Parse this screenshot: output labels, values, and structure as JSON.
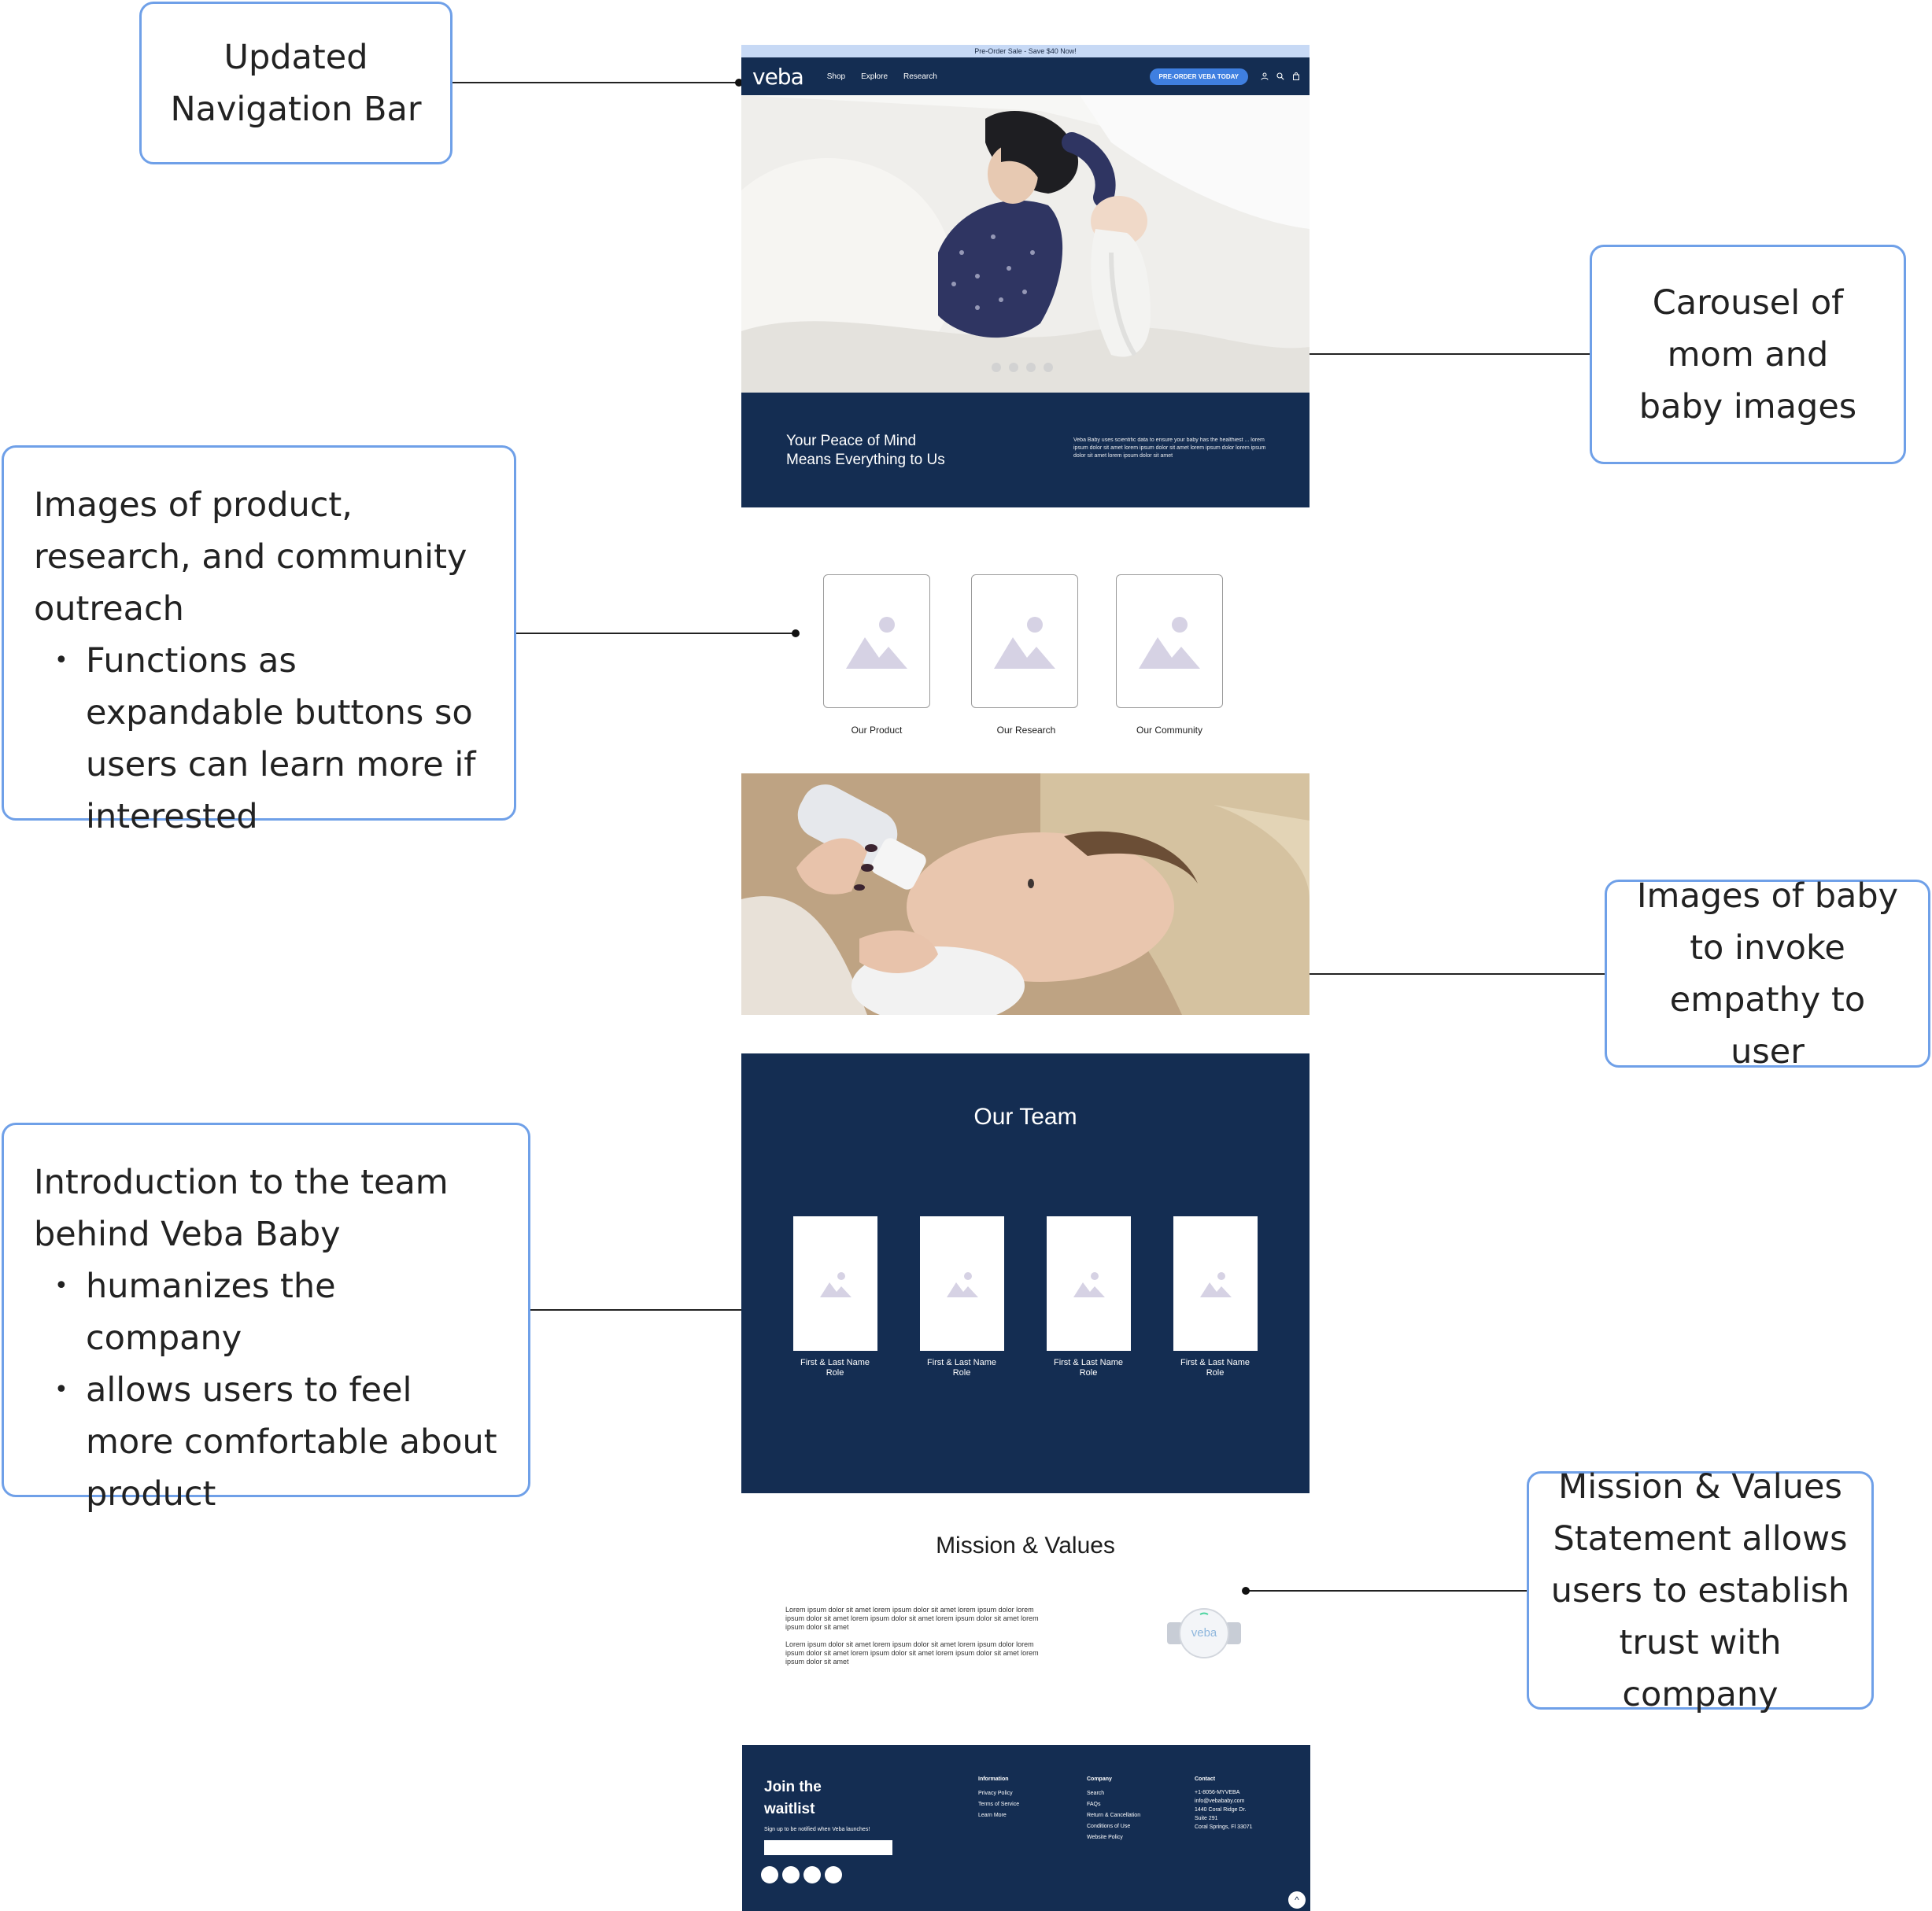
{
  "annotations": {
    "nav": "Updated Navigation Bar",
    "carousel": "Carousel of mom and baby images",
    "product_images": {
      "title": "Images of product, research, and community outreach",
      "bullets": [
        "Functions as expandable buttons so users can learn more if interested"
      ]
    },
    "baby": "Images of baby to invoke empathy to user",
    "team": {
      "title": "Introduction to the team behind Veba Baby",
      "bullets": [
        "humanizes the company",
        "allows users to feel more comfortable about product"
      ]
    },
    "mission": "Mission & Values Statement allows users to establish trust with company"
  },
  "site": {
    "announcement": "Pre-Order Sale - Save $40 Now!",
    "logo": "veba",
    "nav_links": [
      "Shop",
      "Explore",
      "Research"
    ],
    "preorder_button": "PRE-ORDER VEBA TODAY",
    "hero_banner": {
      "title_line1": "Your Peace of Mind",
      "title_line2": "Means Everything to Us",
      "text": "Veba Baby uses scientific data to ensure your baby has the healthiest ... lorem ipsum dolor sit amet lorem ipsum dolor sit amet lorem ipsum dolor lorem ipsum dolor sit amet lorem ipsum dolor sit amet"
    },
    "sections": [
      "Our Product",
      "Our Research",
      "Our Community"
    ],
    "team": {
      "title": "Our Team",
      "members": [
        {
          "name": "First & Last Name",
          "role": "Role"
        },
        {
          "name": "First & Last Name",
          "role": "Role"
        },
        {
          "name": "First & Last Name",
          "role": "Role"
        },
        {
          "name": "First & Last Name",
          "role": "Role"
        }
      ]
    },
    "mission": {
      "title": "Mission & Values",
      "paragraph1": "Lorem ipsum dolor sit amet lorem ipsum dolor sit amet lorem ipsum dolor lorem ipsum dolor sit amet lorem ipsum dolor sit amet lorem ipsum dolor sit amet lorem ipsum dolor sit amet",
      "paragraph2": "Lorem ipsum dolor sit amet lorem ipsum dolor sit amet lorem ipsum dolor lorem ipsum dolor sit amet lorem ipsum dolor sit amet lorem ipsum dolor sit amet lorem ipsum dolor sit amet",
      "device_label": "veba"
    },
    "footer": {
      "join_line1": "Join the",
      "join_line2": "waitlist",
      "join_sub": "Sign up to be notified when Veba launches!",
      "info_heading": "Information",
      "info_links": [
        "Privacy Policy",
        "Terms of Service",
        "Learn More"
      ],
      "company_heading": "Company",
      "company_links": [
        "Search",
        "FAQs",
        "Return & Cancellation",
        "Conditions of Use",
        "Website Policy"
      ],
      "contact_heading": "Contact",
      "contact_lines": [
        "+1-8056-MYVEBA",
        "info@vebababy.com",
        "1440 Coral Ridge Dr.",
        "Suite 291",
        "Coral Springs, Fl 33071"
      ]
    }
  },
  "colors": {
    "navy": "#142d52",
    "accent_blue": "#3f7fe0",
    "callout_border": "#6fa0e8",
    "announcement_bg": "#c7d9f5"
  }
}
